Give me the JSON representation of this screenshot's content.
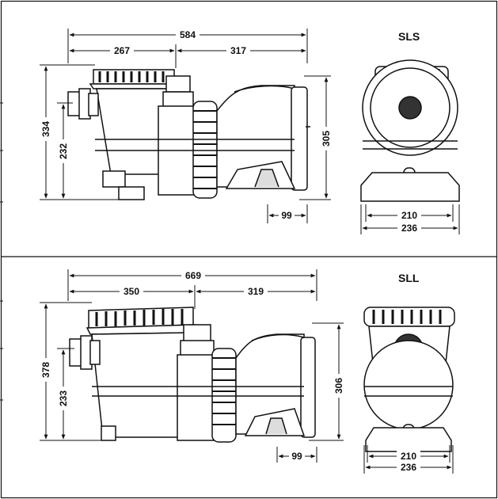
{
  "panels": [
    {
      "model": "SLS",
      "side": {
        "overall": "584",
        "front": "267",
        "rear": "317",
        "height": "334",
        "inlet": "232",
        "motor": "305",
        "foot": "99"
      },
      "end": {
        "inner": "210",
        "outer": "236"
      }
    },
    {
      "model": "SLL",
      "side": {
        "overall": "669",
        "front": "350",
        "rear": "319",
        "height": "378",
        "inlet": "233",
        "motor": "306",
        "foot": "99"
      },
      "end": {
        "inner": "210",
        "outer": "236"
      }
    }
  ],
  "colors": {
    "line": "#111111",
    "fill": "#ffffff",
    "shade": "#333333"
  }
}
